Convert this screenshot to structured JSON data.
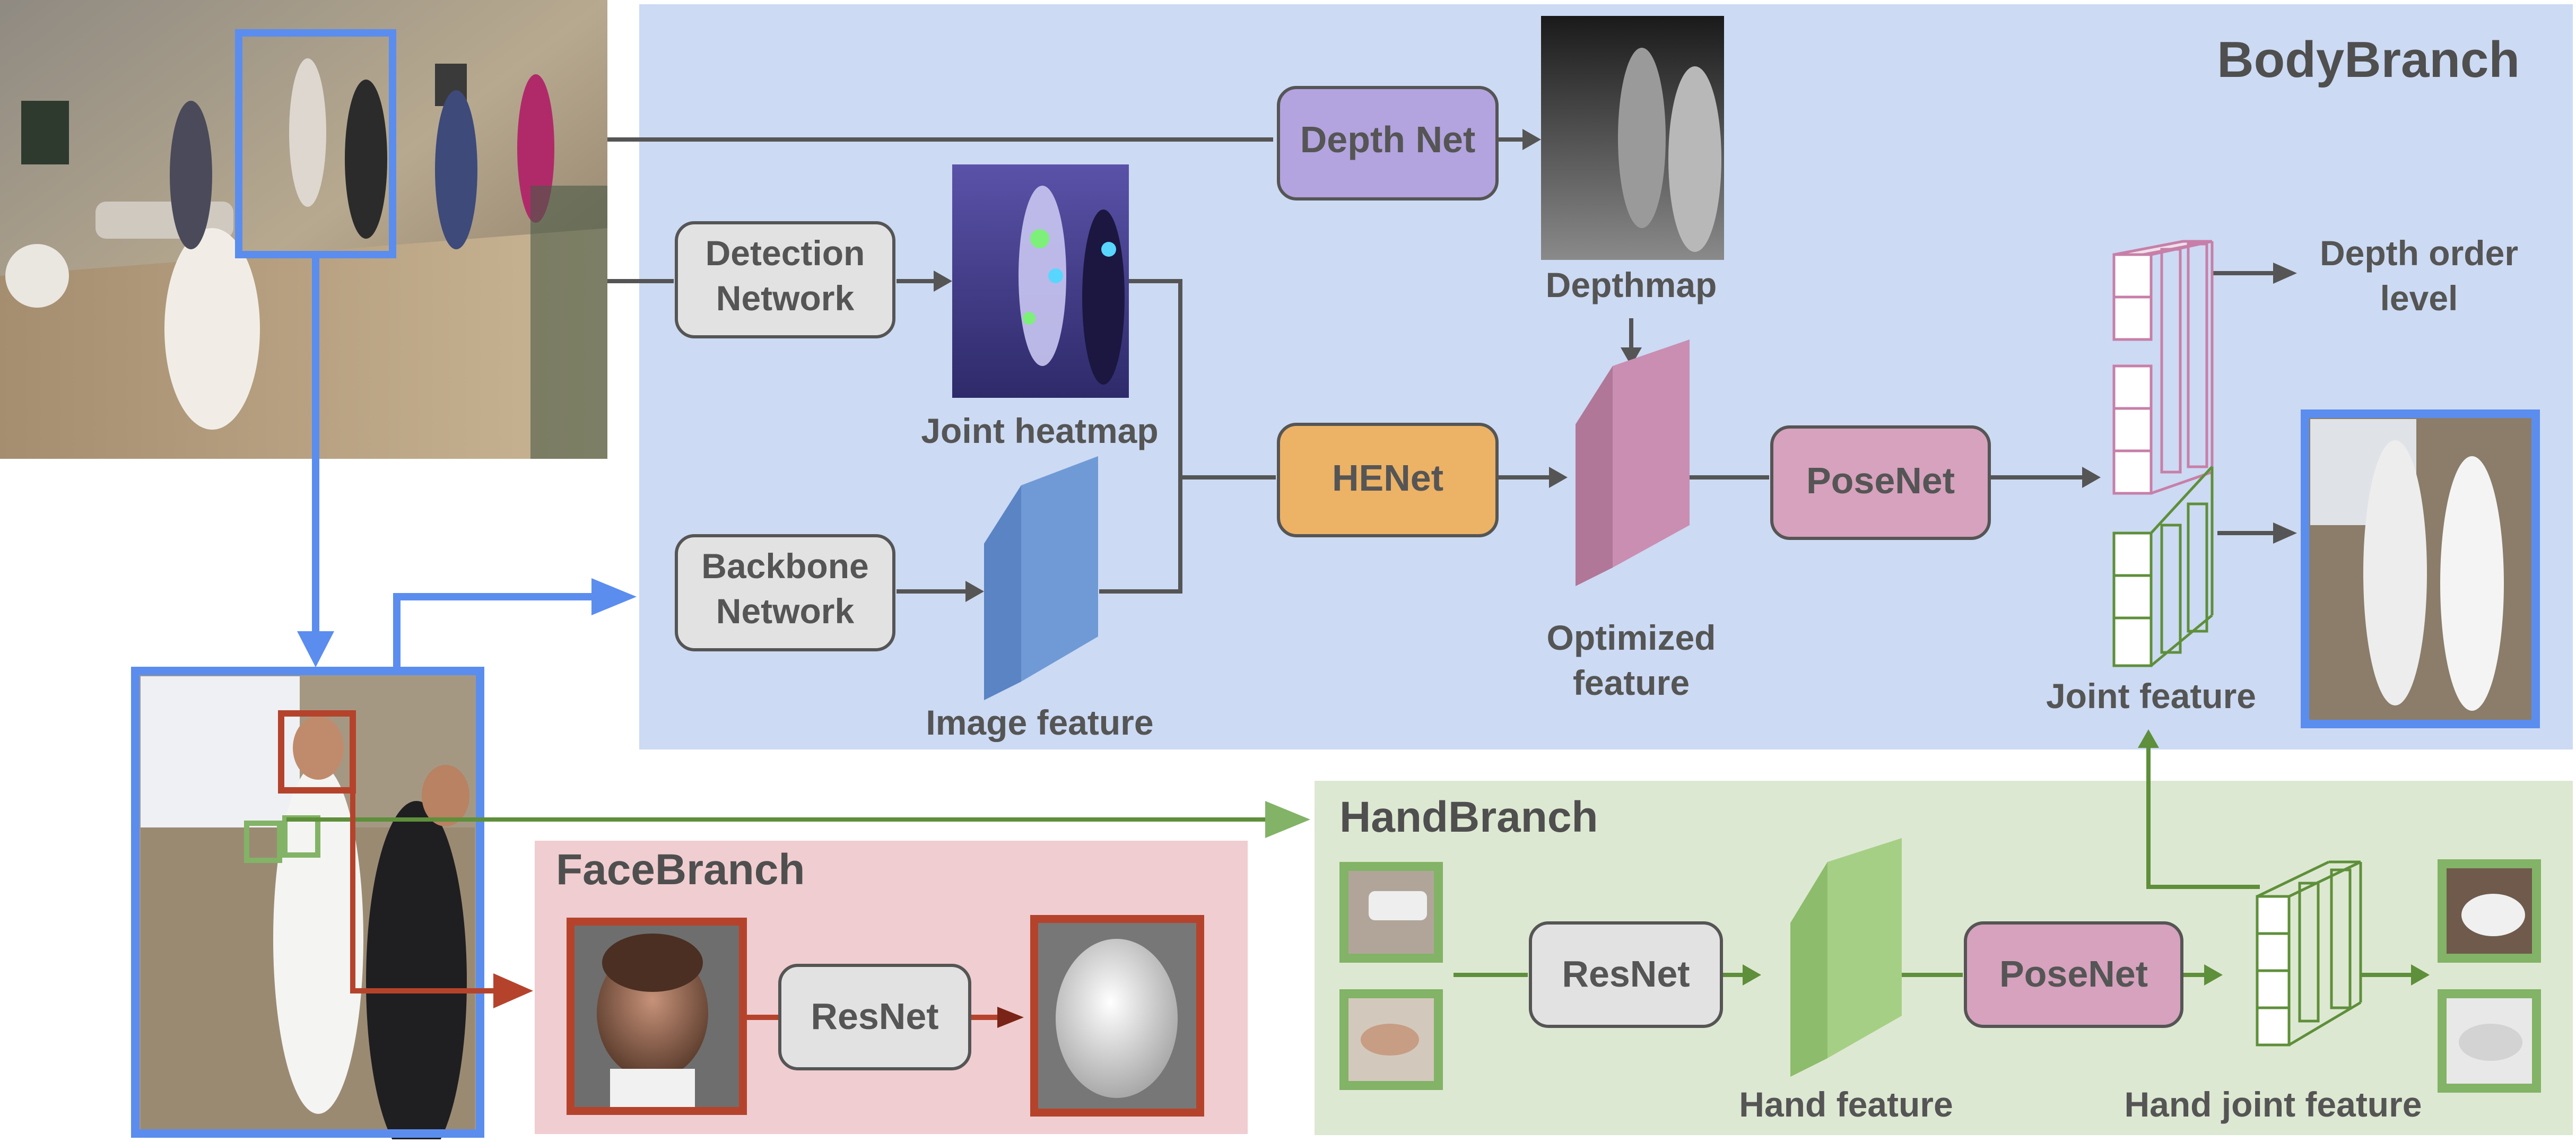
{
  "branches": {
    "body": "BodyBranch",
    "hand": "HandBranch",
    "face": "FaceBranch"
  },
  "modules": {
    "depth_net": "Depth Net",
    "detection_line1": "Detection",
    "detection_line2": "Network",
    "backbone_line1": "Backbone",
    "backbone_line2": "Network",
    "henet": "HENet",
    "posenet_body": "PoseNet",
    "resnet_hand": "ResNet",
    "posenet_hand": "PoseNet",
    "resnet_face": "ResNet"
  },
  "labels": {
    "depthmap": "Depthmap",
    "joint_heatmap": "Joint heatmap",
    "image_feature": "Image feature",
    "optimized_feature_line1": "Optimized",
    "optimized_feature_line2": "feature",
    "joint_feature": "Joint feature",
    "depth_order_line1": "Depth order",
    "depth_order_line2": "level",
    "hand_feature": "Hand feature",
    "hand_joint_feature": "Hand joint feature"
  },
  "colors": {
    "body_panel": "#ccdaf3",
    "hand_panel": "#dde8d2",
    "face_panel": "#f0cdd0",
    "blue_accent": "#5b8def",
    "green_accent": "#82b366",
    "red_accent": "#b5432c",
    "arrow_dark": "#555555",
    "depth_net_fill": "#b3a3de",
    "henet_fill": "#ecb266",
    "posenet_fill": "#d6a2bd",
    "gray_box_fill": "#e2e2e2"
  }
}
